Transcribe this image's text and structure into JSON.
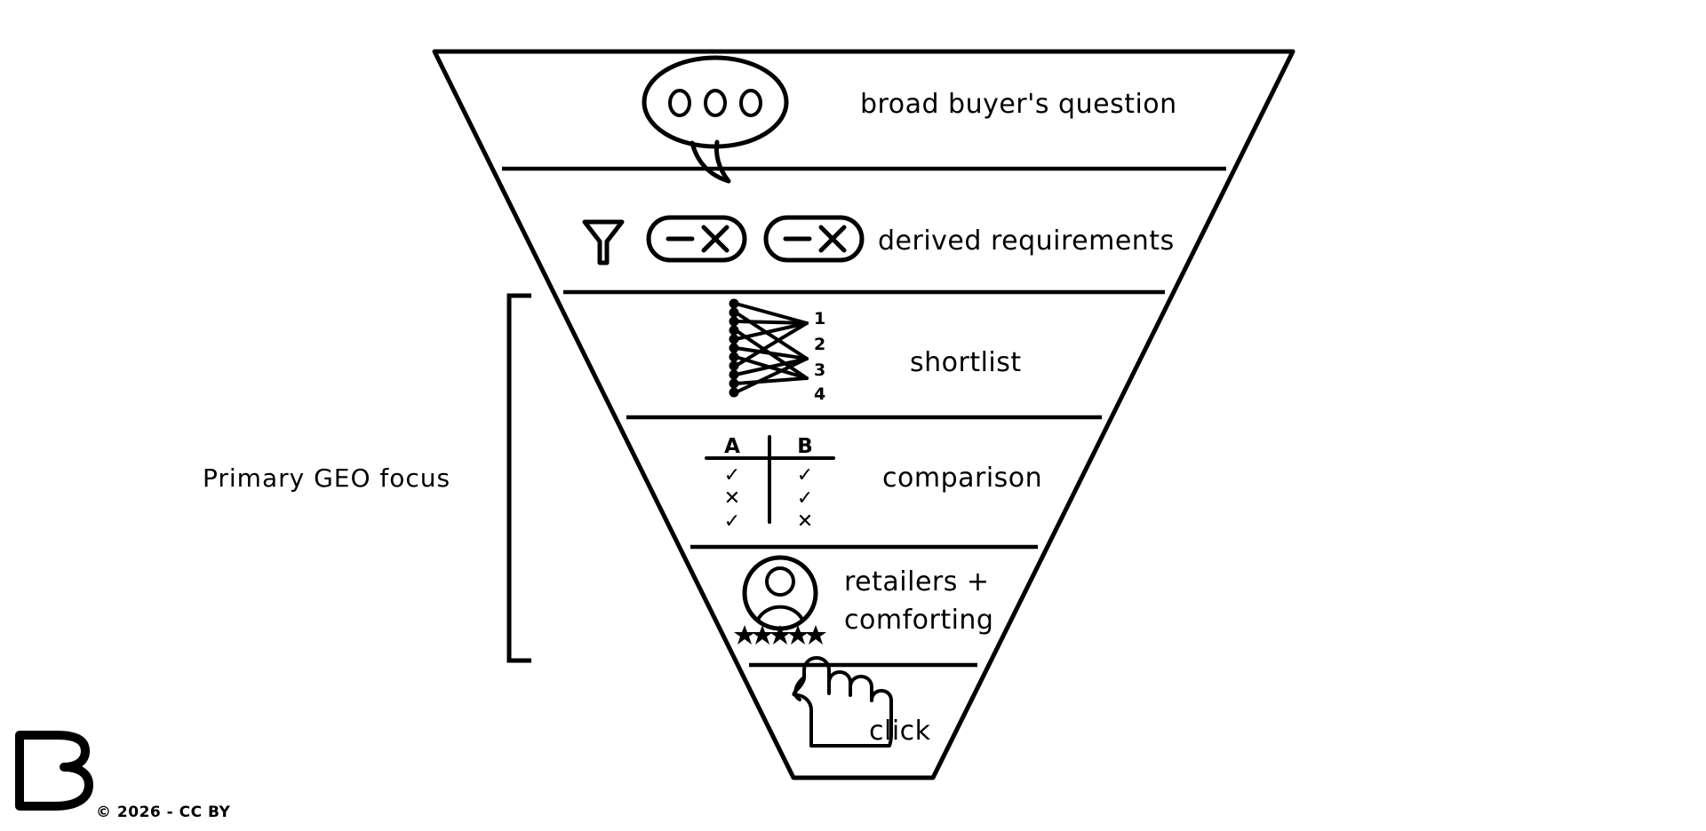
{
  "diagram": {
    "title": "broad buyer's question funnel",
    "type": "inverted-funnel",
    "stroke_color": "#000000",
    "background_color": "#ffffff",
    "stages": [
      {
        "id": "broad-question",
        "label": "broad buyer's question",
        "icon": "speech-bubble-ellipsis-icon",
        "icon_detail": "speech bubble containing three dots"
      },
      {
        "id": "derived-requirements",
        "label": "derived requirements",
        "icon": "filter-icon",
        "icon_detail": "filter funnel plus two removable filter chips",
        "chips": [
          "— ✕",
          "— ✕"
        ]
      },
      {
        "id": "shortlist",
        "label": "shortlist",
        "icon": "many-to-few-shortlist-icon",
        "icon_detail": "column of candidate dots converging to four ranked results",
        "ranked_items": [
          "1",
          "2",
          "3",
          "4"
        ],
        "candidate_dot_count": 11
      },
      {
        "id": "comparison",
        "label": "comparison",
        "icon": "comparison-table-icon",
        "icon_detail": "two column comparison table",
        "table": {
          "columns": [
            "A",
            "B"
          ],
          "rows": [
            [
              "✓",
              "✓"
            ],
            [
              "✕",
              "✓"
            ],
            [
              "✓",
              "✕"
            ]
          ]
        }
      },
      {
        "id": "retailers-comforting",
        "label_lines": [
          "retailers +",
          "comforting"
        ],
        "icon": "user-avatar-icon",
        "icon_detail": "person avatar above a five star rating",
        "star_count": 5
      },
      {
        "id": "click",
        "label": "click",
        "icon": "pointing-hand-cursor-icon",
        "icon_detail": "hand with extended index finger"
      }
    ],
    "bracket": {
      "label": "Primary GEO focus",
      "covers_stages": [
        "shortlist",
        "comparison",
        "retailers-comforting"
      ]
    }
  },
  "watermark": {
    "logo_letter": "B",
    "copyright": "© 2026 - CC BY"
  }
}
